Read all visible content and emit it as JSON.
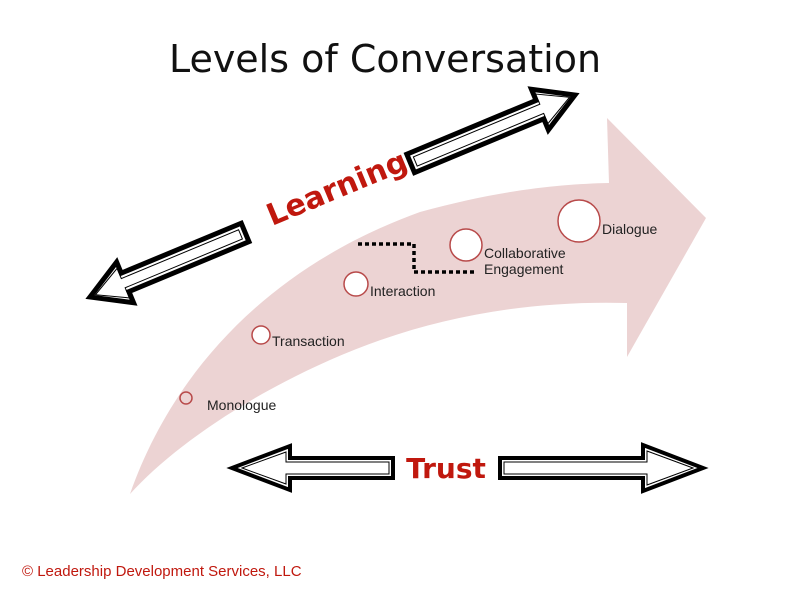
{
  "title": "Levels of Conversation",
  "learning_label": "Learning",
  "trust_label": "Trust",
  "stages": [
    {
      "label": "Monologue"
    },
    {
      "label": "Transaction"
    },
    {
      "label": "Interaction"
    },
    {
      "label": "Collaborative",
      "label2": "Engagement"
    },
    {
      "label": "Dialogue"
    }
  ],
  "footer": "© Leadership Development Services, LLC",
  "colors": {
    "accent": "#c0180e",
    "arrow_fill": "#ecd3d3",
    "circle": "#b84a4a"
  }
}
